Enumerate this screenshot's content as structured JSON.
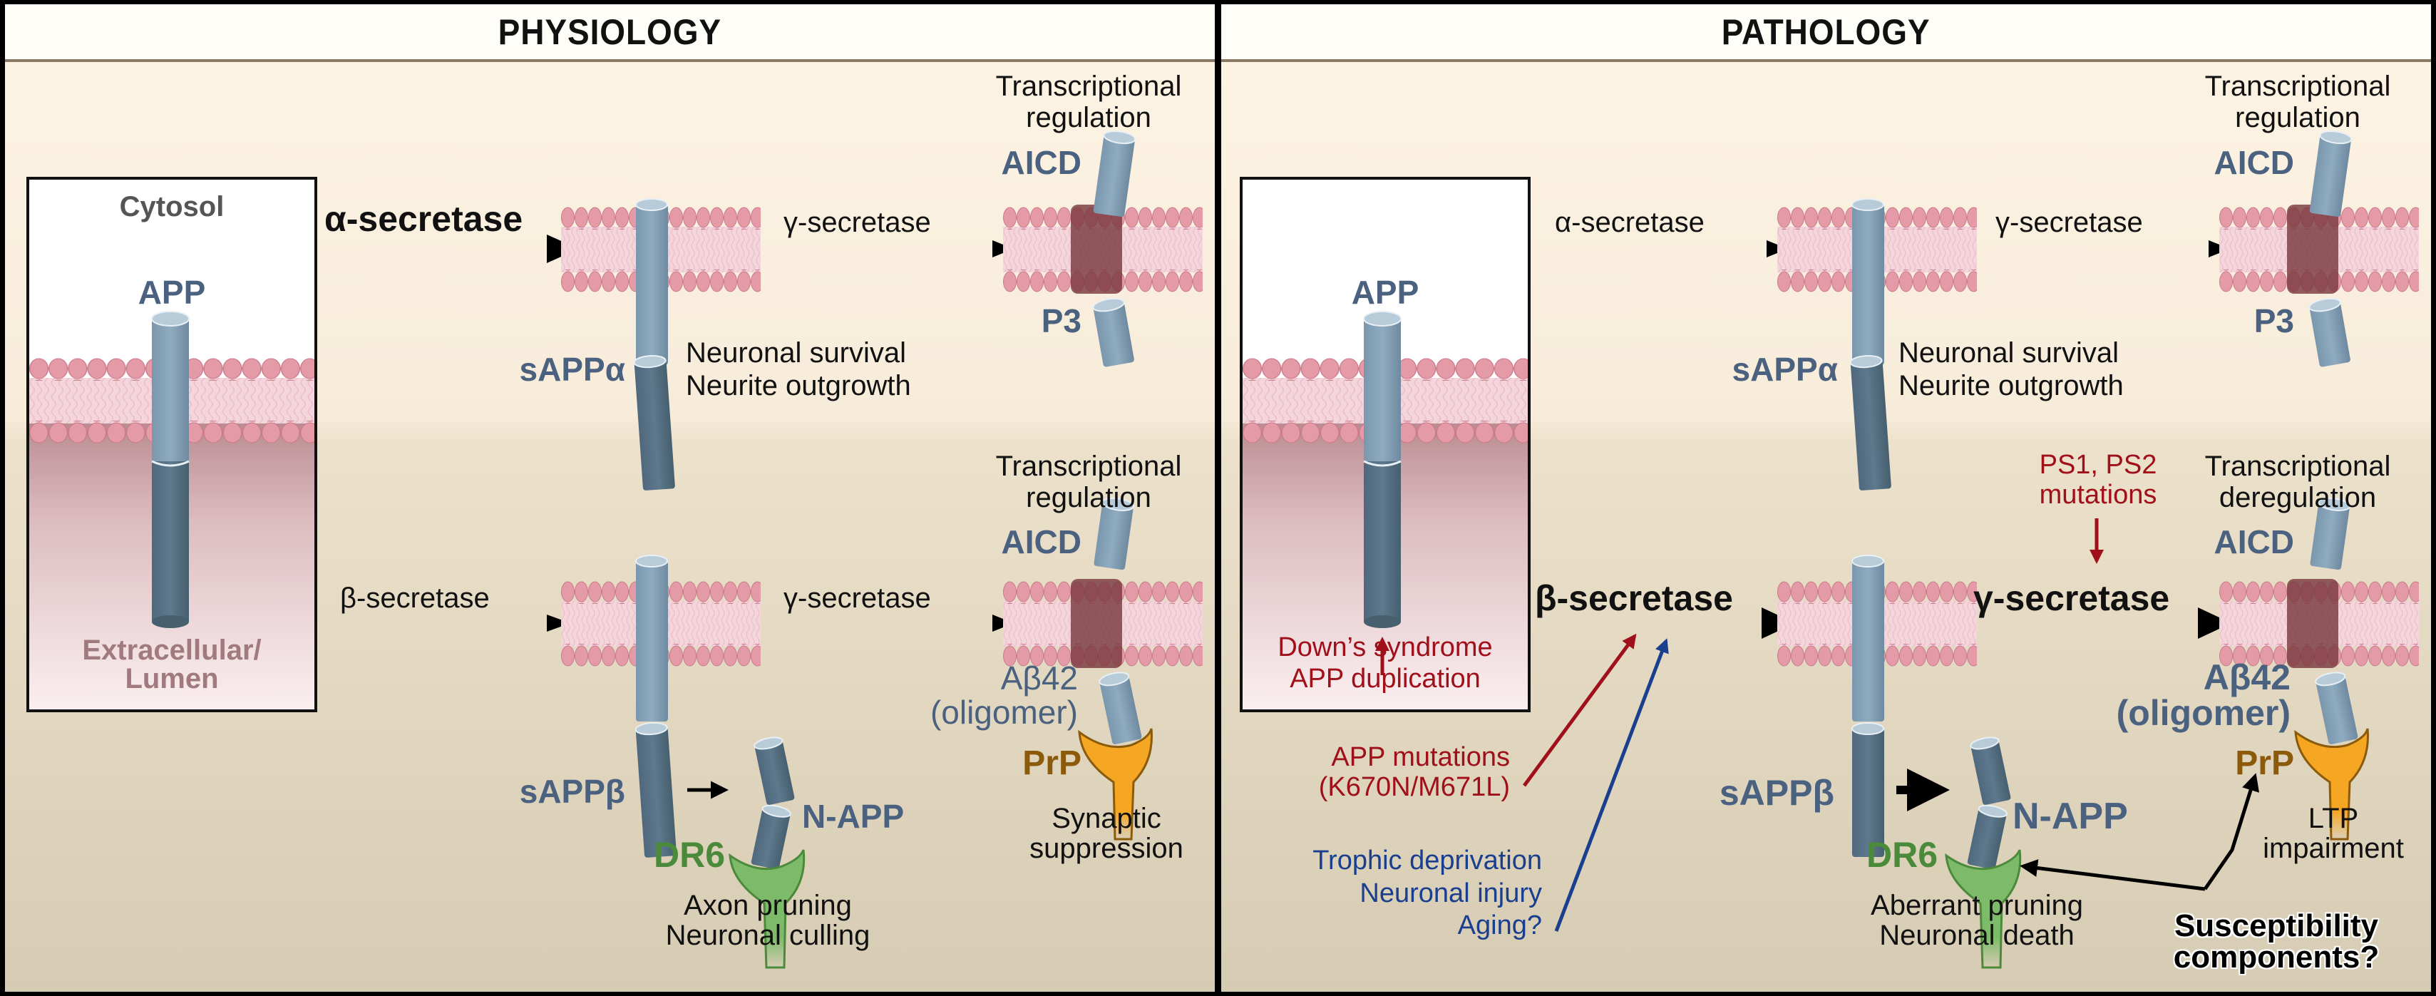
{
  "figure": {
    "panels": [
      {
        "title": "PHYSIOLOGY",
        "inset": {
          "top_label": "Cytosol",
          "protein_label": "APP",
          "bottom_label_line1": "Extracellular/",
          "bottom_label_line2": "Lumen"
        },
        "alpha_pathway": {
          "enzyme1": "α-secretase",
          "enzyme2": "γ-secretase",
          "fragment_extracellular": "sAPPα",
          "effect_line1": "Neuronal survival",
          "effect_line2": "Neurite outgrowth",
          "aicd_label": "AICD",
          "aicd_effect_line1": "Transcriptional",
          "aicd_effect_line2": "regulation",
          "p3_label": "P3"
        },
        "beta_pathway": {
          "enzyme1": "β-secretase",
          "enzyme2": "γ-secretase",
          "fragment_extracellular": "sAPPβ",
          "napp_label": "N-APP",
          "dr6_label": "DR6",
          "dr6_effect_line1": "Axon pruning",
          "dr6_effect_line2": "Neuronal culling",
          "aicd_label": "AICD",
          "aicd_effect_line1": "Transcriptional",
          "aicd_effect_line2": "regulation",
          "abeta_label": "Aβ42",
          "abeta_sub": "(oligomer)",
          "prp_label": "PrP",
          "prp_effect_line1": "Synaptic",
          "prp_effect_line2": "suppression"
        }
      },
      {
        "title": "PATHOLOGY",
        "inset": {
          "protein_label": "APP",
          "annotation_line1": "Down’s syndrome",
          "annotation_line2": "APP duplication"
        },
        "alpha_pathway": {
          "enzyme1": "α-secretase",
          "enzyme2": "γ-secretase",
          "fragment_extracellular": "sAPPα",
          "effect_line1": "Neuronal survival",
          "effect_line2": "Neurite outgrowth",
          "aicd_label": "AICD",
          "aicd_effect_line1": "Transcriptional",
          "aicd_effect_line2": "regulation",
          "p3_label": "P3"
        },
        "beta_pathway": {
          "enzyme1": "β-secretase",
          "enzyme2": "γ-secretase",
          "ps_line1": "PS1, PS2",
          "ps_line2": "mutations",
          "fragment_extracellular": "sAPPβ",
          "napp_label": "N-APP",
          "dr6_label": "DR6",
          "dr6_effect_line1": "Aberrant pruning",
          "dr6_effect_line2": "Neuronal death",
          "aicd_label": "AICD",
          "aicd_effect_line1": "Transcriptional",
          "aicd_effect_line2": "deregulation",
          "abeta_label": "Aβ42",
          "abeta_sub": "(oligomer)",
          "prp_label": "PrP",
          "prp_effect_line1": "LTP",
          "prp_effect_line2": "impairment",
          "app_mut_line1": "APP mutations",
          "app_mut_line2": "(K670N/M671L)",
          "trophic_line1": "Trophic deprivation",
          "trophic_line2": "Neuronal injury",
          "trophic_line3": "Aging?",
          "susceptibility_line1": "Susceptibility",
          "susceptibility_line2": "components?"
        }
      }
    ],
    "colors": {
      "app_light": "#86a2b8",
      "app_dark": "#5a7489",
      "label_blue": "#4a6180",
      "membrane_head": "#e59aa8",
      "membrane_tail": "#f5d5dc",
      "secretase_complex": "#7a3a40",
      "dr6_green": "#7dbb6a",
      "dr6_label": "#4a8a3a",
      "prp_orange": "#f5a623",
      "prp_label": "#8b5a0a",
      "risk_red": "#a0101a",
      "risk_blue": "#1a3f8f",
      "lumen_label": "#a07a7e"
    }
  }
}
